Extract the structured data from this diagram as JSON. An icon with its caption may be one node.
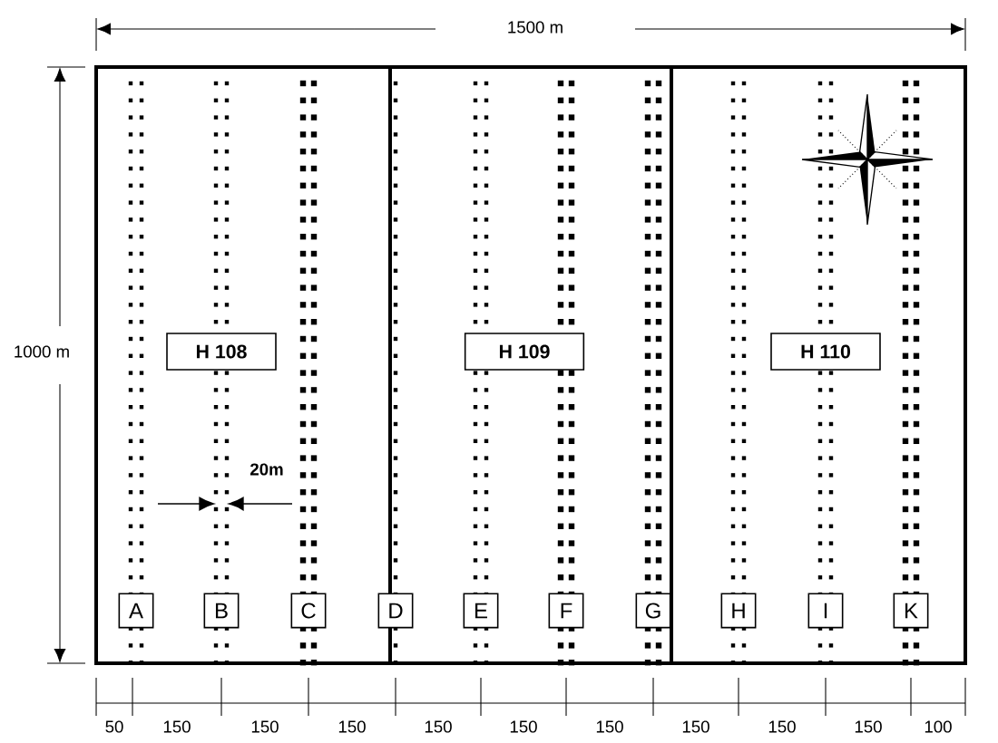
{
  "diagram": {
    "nodes": [
      {
        "text": [
          "H 108"
        ]
      },
      {
        "text": [
          "H 109"
        ]
      },
      {
        "text": [
          "H 110"
        ]
      },
      {
        "text": [
          "A"
        ]
      },
      {
        "text": [
          "B"
        ]
      },
      {
        "text": [
          "C"
        ]
      },
      {
        "text": [
          "D"
        ]
      },
      {
        "text": [
          "E"
        ]
      },
      {
        "text": [
          "F"
        ]
      },
      {
        "text": [
          "G"
        ]
      },
      {
        "text": [
          "H"
        ]
      },
      {
        "text": [
          "I"
        ]
      },
      {
        "text": [
          "K"
        ]
      }
    ],
    "labels": [
      "1500 m",
      "1000 m",
      "20m",
      "50",
      "150",
      "150",
      "150",
      "150",
      "150",
      "150",
      "150",
      "150",
      "150",
      "100"
    ]
  }
}
